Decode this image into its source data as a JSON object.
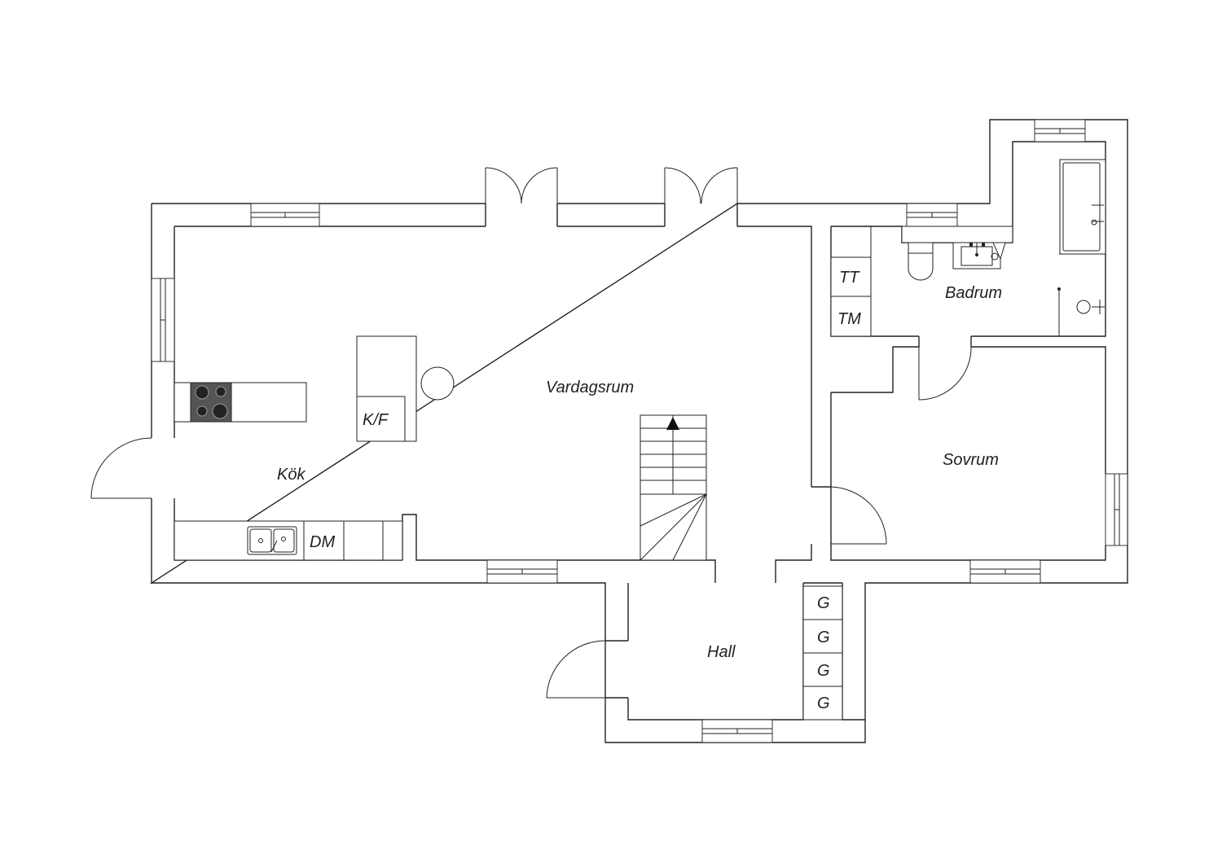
{
  "rooms": {
    "kok": "Kök",
    "vardagsrum": "Vardagsrum",
    "badrum": "Badrum",
    "sovrum": "Sovrum",
    "hall": "Hall"
  },
  "fixtures": {
    "kf": "K/F",
    "dm": "DM",
    "tt": "TT",
    "tm": "TM",
    "g1": "G",
    "g2": "G",
    "g3": "G",
    "g4": "G"
  }
}
